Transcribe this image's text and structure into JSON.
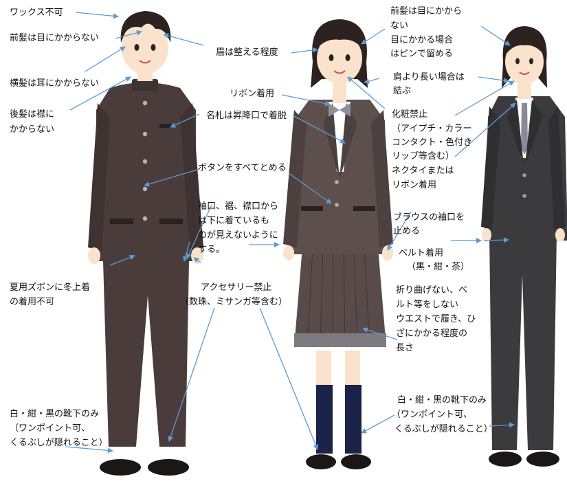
{
  "colors": {
    "arrow": "#5b9bd5",
    "blazer": "#5c4f4c",
    "gakuran": "#4a3c3a",
    "suit": "#3b3a3d",
    "skin": "#fbe2cc",
    "hair": "#2c2320",
    "shirt": "#ffffff",
    "skirt": "#5a4b4b",
    "socks": "#1c2348",
    "shoes": "#1b1717"
  },
  "figures": {
    "boy": {
      "icon": "boy-gakuran-figure"
    },
    "girl": {
      "icon": "girl-blazer-figure"
    },
    "student": {
      "icon": "student-suit-figure"
    }
  },
  "labels": {
    "wax": "ワックス不可",
    "bangs_boy": "前髪は目にかからない",
    "sides": "横髪は耳にかからない",
    "back_1": "後髪は襟に",
    "back_2": "かからない",
    "eyebrows": "眉は整える程度",
    "bangs_girl_1": "前髪は目にかから",
    "bangs_girl_2": "ない",
    "bangs_girl_3": "目にかかる場合",
    "bangs_girl_4": "はピンで留める",
    "long_hair_1": "肩より長い場合は",
    "long_hair_2": "結ぶ",
    "ribbon": "リボン着用",
    "nametag": "名札は昇降口で着脱",
    "makeup_1": "化粧禁止",
    "makeup_2": "（アイプチ・カラー",
    "makeup_3": "コンタクト・色付き",
    "makeup_4": "リップ等含む）",
    "buttons": "ボタンをすべてとめる",
    "necktie_1": "ネクタイまたは",
    "necktie_2": "リボン着用",
    "cuffs_1": "袖口、裾、襟口から",
    "cuffs_2": "は下に着ているも",
    "cuffs_3": "のが見えないように",
    "cuffs_4": "する。",
    "blouse_1": "ブラウスの袖口を",
    "blouse_2": "止める",
    "belt_1": "ベルト着用",
    "belt_2": "（黒・紺・茶）",
    "summer_1": "夏用ズボンに冬上着",
    "summer_2": "の着用不可",
    "accessory_1": "アクセサリー禁止",
    "accessory_2": "（数珠、ミサンガ等含む）",
    "skirt_1": "折り曲げない、ベ",
    "skirt_2": "ルト等をしない",
    "skirt_3": "ウエストで履き、ひ",
    "skirt_4": "ざにかかる程度の",
    "skirt_5": "長さ",
    "socks_boy_1": "白・紺・黒の靴下のみ",
    "socks_boy_2": "（ワンポイント可、",
    "socks_boy_3": "くるぶしが隠れること）",
    "socks_girl_1": "白・紺・黒の靴下のみ",
    "socks_girl_2": "（ワンポイント可、",
    "socks_girl_3": "くるぶしが隠れること）"
  }
}
